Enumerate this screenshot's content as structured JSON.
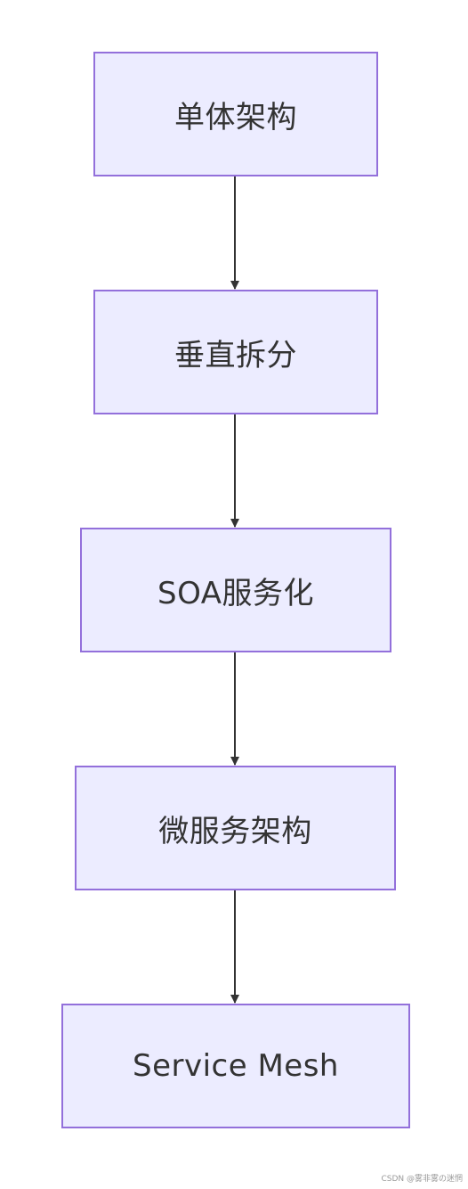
{
  "nodes": [
    {
      "id": "n1",
      "label": "单体架构"
    },
    {
      "id": "n2",
      "label": "垂直拆分"
    },
    {
      "id": "n3",
      "label": "SOA服务化"
    },
    {
      "id": "n4",
      "label": "微服务架构"
    },
    {
      "id": "n5",
      "label": "Service Mesh"
    }
  ],
  "edges": [
    {
      "from": "n1",
      "to": "n2"
    },
    {
      "from": "n2",
      "to": "n3"
    },
    {
      "from": "n3",
      "to": "n4"
    },
    {
      "from": "n4",
      "to": "n5"
    }
  ],
  "colors": {
    "node_fill": "#ECECFF",
    "node_border": "#9370DB",
    "edge": "#333333",
    "text": "#333333"
  },
  "watermark": "CSDN @雾非雾の迷惘"
}
